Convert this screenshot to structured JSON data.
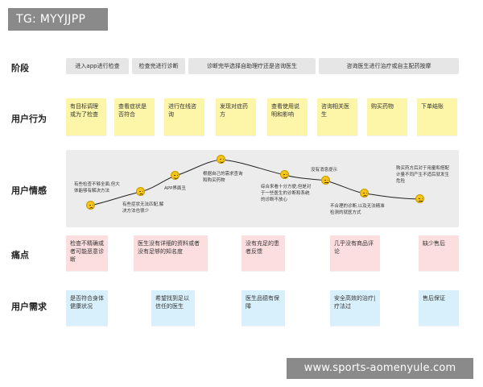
{
  "watermark_tag": "TG: MYYJJPP",
  "watermark_url": "www.sports-aomenyule.com",
  "rows": {
    "stage": "阶段",
    "behavior": "用户行为",
    "emotion": "用户情感",
    "pain": "痛点",
    "need": "用户需求"
  },
  "phases": [
    "进入app进行检查",
    "检查完进行诊断",
    "诊断完毕选择自助理疗还是咨询医生",
    "咨询医生进行治疗或自主配药按摩"
  ],
  "behaviors": [
    "有目标调理或为了检查",
    "查看症状是否符合",
    "进行在线咨询",
    "发现对症药方",
    "查看使用说明和影响",
    "咨询相关医生",
    "购买药物",
    "下单结账"
  ],
  "emotions": [
    {
      "text": "有些检查不够全面,但大体能够有解决方法",
      "mood": "sad"
    },
    {
      "text": "有些症状无法匹配,解决方法也很少",
      "mood": "sad"
    },
    {
      "text": "APP界面丑",
      "mood": "happy"
    },
    {
      "text": "根据自己的需求查询和购买药物",
      "mood": "happy"
    },
    {
      "text": "综合来看十分方便,但是对于一些医生的诊断和系统的诊断不放心",
      "mood": "happy"
    },
    {
      "text": "没有消息提示",
      "mood": "flat"
    },
    {
      "text": "不合理的诊断,以及无法精准检测的就医方式",
      "mood": "sad"
    },
    {
      "text": "购买药方后对于用量和搭配计量不同产生不适后就发生危险",
      "mood": "flat"
    }
  ],
  "pains": [
    "检查不精确或者可能恶意诊断",
    "医生没有详细的资料或者没有足够的知名度",
    "没有充足的患者反馈",
    "几乎没有商品评论",
    "缺少售后"
  ],
  "needs": [
    "是否符合身体健康状况",
    "希望找到足以信任的医生",
    "医生品德有保障",
    "安全高效的治疗|疗法过",
    "售后保证"
  ],
  "colors": {
    "phase_bg": "#e6e6e6",
    "behavior_note": "#fdf6a8",
    "pain_note": "#fcdede",
    "need_note": "#d8f0fb",
    "emotion_panel": "#ececec",
    "curve": "#222222",
    "face": "#f5c518"
  }
}
